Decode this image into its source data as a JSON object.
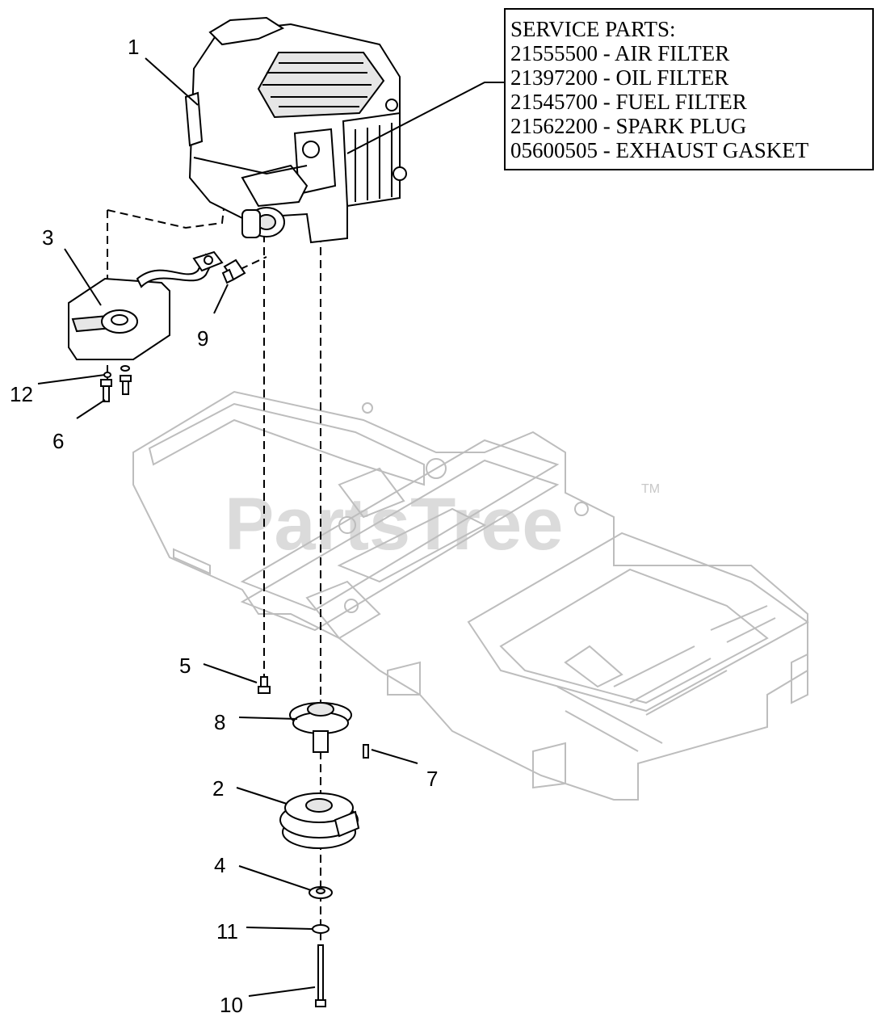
{
  "watermark": {
    "text": "PartsTree",
    "trademark": "TM"
  },
  "service_parts": {
    "heading": "SERVICE PARTS:",
    "lines": [
      "21555500 - AIR FILTER",
      "21397200 - OIL FILTER",
      "21545700 - FUEL FILTER",
      "21562200 - SPARK PLUG",
      "05600505 - EXHAUST GASKET"
    ]
  },
  "callouts": {
    "engine": "1",
    "clutch": "2",
    "muffler": "3",
    "washer_spacer": "4",
    "bolt_5": "5",
    "bolt_6": "6",
    "pin_7": "7",
    "pulley": "8",
    "fitting": "9",
    "long_bolt": "10",
    "washer_11": "11",
    "washer_12": "12"
  },
  "colors": {
    "line": "#000000",
    "frame": "#bdbdbd",
    "watermark": "#d0d0d0"
  }
}
